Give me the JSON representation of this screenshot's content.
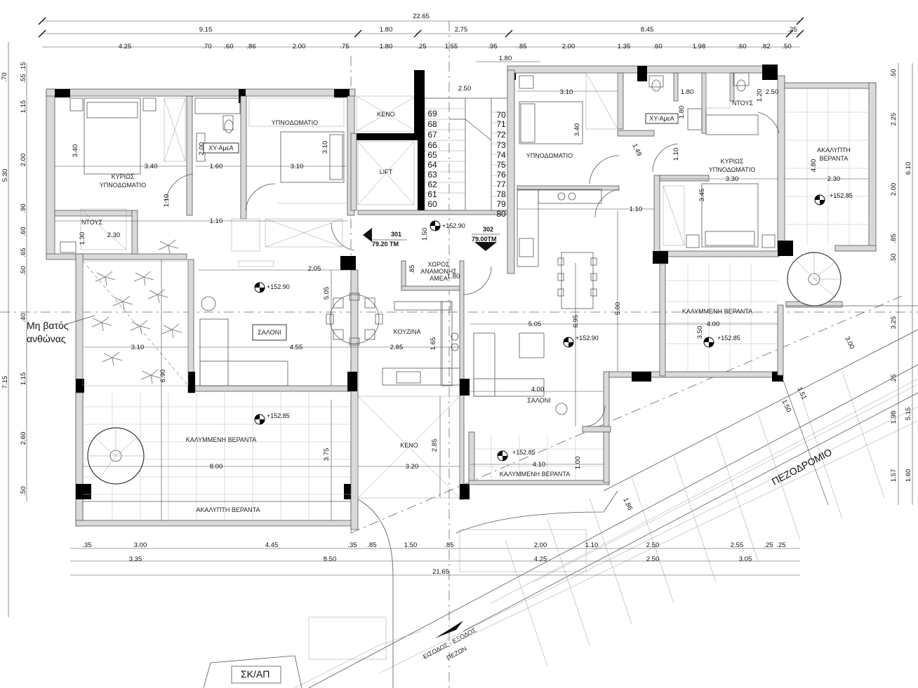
{
  "overall_dims": {
    "top": "22.65",
    "bottom": "21.65"
  },
  "dims_top_row2": [
    "9.15",
    "1.80",
    "2.75",
    "8.45",
    ".25"
  ],
  "dims_top_row3": [
    "4.25",
    ".70",
    ".60",
    ".86",
    "2.00",
    ".75",
    "1.80",
    ".25",
    "1.55",
    ".95",
    ".85",
    "2.00",
    "1.35",
    ".60",
    "1.98",
    ".60",
    ".82",
    ".50"
  ],
  "dim_180_top": "1.80",
  "dims_bottom_row1": [
    ".35",
    "3.00",
    "4.45",
    ".35",
    ".85",
    "1.50",
    ".85",
    "2.00",
    "1.10",
    "2.50",
    "2.55",
    ".25",
    ".25"
  ],
  "dims_bottom_row2": [
    "3.35",
    "8.50",
    "4.25",
    "2.50",
    "3.05"
  ],
  "dims_left_outer": [
    "5.30",
    "7.15"
  ],
  "dims_left_inner": [
    ".70",
    ".55",
    ".15",
    "1.15",
    "2.00",
    ".90",
    ".60",
    ".65",
    ".50",
    ".40",
    "1.15",
    "2.60",
    ".50"
  ],
  "dims_right_outer": [
    "6.10",
    "5.15"
  ],
  "dims_right_inner": [
    ".50",
    "2.25",
    "2.00",
    ".85",
    ".50",
    "3.25",
    ".25",
    "1.98",
    "1.57",
    "1.60"
  ],
  "rooms": {
    "master_bed_left": [
      "ΚΥΡΙΩΣ",
      "ΥΠΝΟΔΩΜΑΤΙΟ"
    ],
    "bed_left": "ΥΠΝΟΔΩΜΑΤΙΟ",
    "wc_left": "ΧΥ-ΑμεΑ",
    "shower_left": "ΝΤΟΥΣ",
    "void_top": "ΚΕΝΟ",
    "lift": "LIFT",
    "salon_left": "ΣΑΛΟΝΙ",
    "kitchen": "ΚΟΥΖΙΝΑ",
    "waiting": [
      "ΧΩΡΟΣ",
      "ΑΝΑΜΟΝΗΣ",
      "ΑΜΕΑ"
    ],
    "covered_veranda_left": "ΚΑΛΥΜΜΕΝΗ ΒΕΡΑΝΤΑ",
    "open_veranda_left": "ΑΚΑΛΥΠΤΗ ΒΕΡΑΝΤΑ",
    "void_bottom": "ΚΕΝΟ",
    "bed_right": "ΥΠΝΟΔΩΜΑΤΙΟ",
    "wc_right": "ΧΥ-ΑμεΑ",
    "shower_right": "ΝΤΟΥΣ",
    "master_bed_right": [
      "ΚΥΡΙΩΣ",
      "ΥΠΝΟΔΩΜΑΤΙΟ"
    ],
    "open_veranda_right": [
      "ΑΚΑΛΥΠΤΗ",
      "ΒΕΡΑΝΤΑ"
    ],
    "covered_veranda_right": "ΚΑΛΥΜΜΕΝΗ ΒΕΡΑΝΤΑ",
    "salon_right": "ΣΑΛΟΝΙ",
    "covered_veranda_bottom": "ΚΑΛΥΜΜΕΝΗ ΒΕΡΑΝΤΑ",
    "sidewalk": "ΠΕΖΟΔΡΟΜΙΟ",
    "entrance": [
      "ΕΙΣΟΔΟΣ - ΕΞΟΔΟΣ",
      "ΠΕΖΩΝ"
    ],
    "skap": "ΣΚ/ΑΠ"
  },
  "apartments": [
    {
      "num": "301",
      "area": "79.20 ΤΜ"
    },
    {
      "num": "302",
      "area": "79.00ΤΜ"
    }
  ],
  "levels": [
    "+152.90",
    "+152.90",
    "+152.90",
    "+152.85",
    "+152.85",
    "+152.85",
    "+152.85"
  ],
  "stairs_left": [
    "69",
    "68",
    "67",
    "66",
    "65",
    "64",
    "63",
    "62",
    "61",
    "60"
  ],
  "stairs_right": [
    "70",
    "71",
    "72",
    "73",
    "74",
    "75",
    "76",
    "77",
    "78",
    "79",
    "80"
  ],
  "annotation": [
    "Μη βατός",
    "ανθώνας"
  ],
  "inner_dims": {
    "a": "3.40",
    "b": "3.40",
    "c": "2.00",
    "d": "1.60",
    "e": "3.10",
    "f": "3.10",
    "g": "1.10",
    "h": "1.10",
    "i": "2.30",
    "j": "1.30",
    "k": "2.50",
    "l": "1.50",
    "m": "2.05",
    "n": "5.05",
    "o": "4.55",
    "p": "2.85",
    "q": "1.65",
    "r": "3.10",
    "s": "6.90",
    "t": "3.75",
    "u": "8.00",
    "v": "3.20",
    "w": "2.85",
    "x": ".85",
    "y": "1.80",
    "z": "3.10",
    "aa": "3.40",
    "ab": "1.80",
    "ac": "1.20",
    "ad": "2.50",
    "ae": "1.49",
    "af": "1.10",
    "ag": "1.80",
    "ah": "3.30",
    "ai": "3.45",
    "aj": "4.80",
    "ak": "2.30",
    "al": "1.10",
    "am": "5.05",
    "an": "6.95",
    "ao": "5.00",
    "ap": "4.00",
    "aq": "3.50",
    "ar": "4.00",
    "as": "4.10",
    "at": "1.00",
    "au": "3.00",
    "av": "1.50",
    "aw": "1.51",
    "ax": "1.86"
  }
}
